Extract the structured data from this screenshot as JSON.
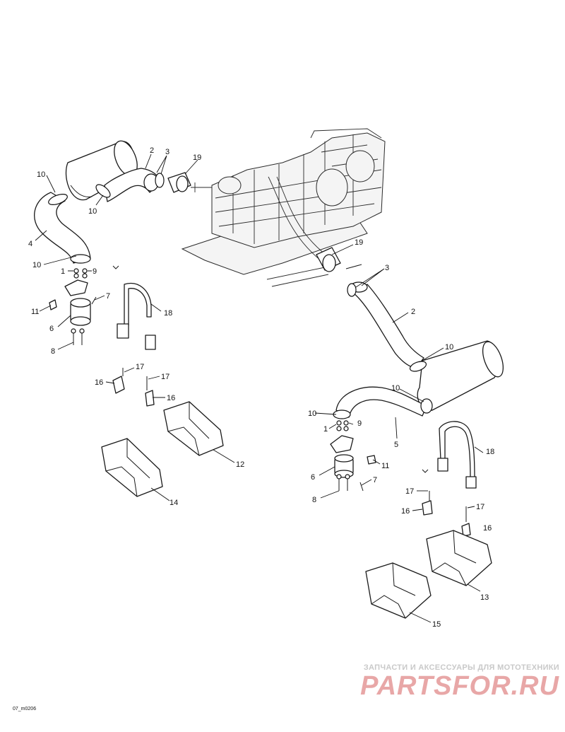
{
  "figure_code": "07_m0206",
  "watermark": {
    "tagline": "ЗАПЧАСТИ И АКСЕССУАРЫ ДЛЯ МОТОТЕХНИКИ",
    "brand": "PARTSFOR.RU"
  },
  "callouts": {
    "l_2": "2",
    "l_3": "3",
    "l_19": "19",
    "l_10a": "10",
    "l_10b": "10",
    "l_4": "4",
    "l_10c": "10",
    "l_1": "1",
    "l_9": "9",
    "l_11": "11",
    "l_7": "7",
    "l_6": "6",
    "l_8": "8",
    "l_18": "18",
    "l_17a": "17",
    "l_16a": "16",
    "l_17b": "17",
    "l_16b": "16",
    "l_12": "12",
    "l_14": "14",
    "r_19": "19",
    "r_3": "3",
    "r_2": "2",
    "r_10a": "10",
    "r_10b": "10",
    "r_10c": "10",
    "r_1": "1",
    "r_9": "9",
    "r_5": "5",
    "r_11": "11",
    "r_6": "6",
    "r_7": "7",
    "r_8": "8",
    "r_18": "18",
    "r_17a": "17",
    "r_16a": "16",
    "r_17b": "17",
    "r_16b": "16",
    "r_13": "13",
    "r_15": "15"
  }
}
